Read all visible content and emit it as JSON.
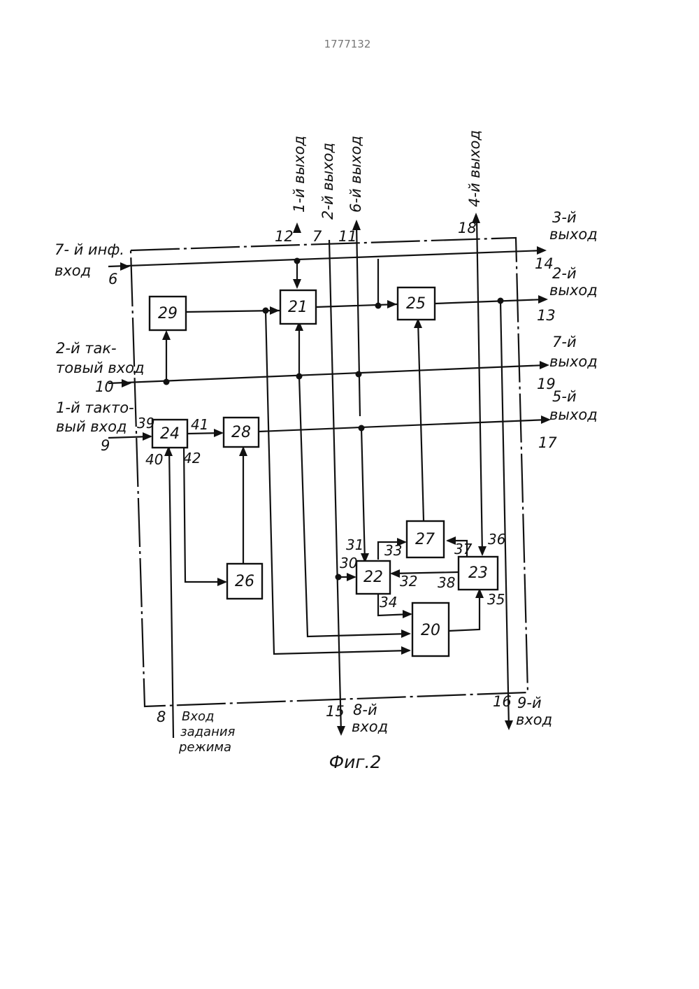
{
  "header": {
    "patent_number": "1777132"
  },
  "caption": "Фиг.2",
  "blocks": [
    "20",
    "21",
    "22",
    "23",
    "24",
    "25",
    "26",
    "27",
    "28",
    "29"
  ],
  "terminals": {
    "in7_info": {
      "line1": "7- й инф.",
      "line2": "вход",
      "num": "6"
    },
    "in2_clock": {
      "line1": "2-й так-",
      "line2": "товый вход",
      "num": "10"
    },
    "in1_clock": {
      "line1": "1-й такто-",
      "line2": "вый вход",
      "num": "9"
    },
    "in_mode": {
      "line1": "Вход",
      "line2": "задания",
      "line3": "режима",
      "num": "8"
    },
    "in8": {
      "line1": "8-й",
      "line2": "вход",
      "num": "15"
    },
    "in9": {
      "line1": "9-й",
      "line2": "вход",
      "num": "16"
    },
    "out1": {
      "label": "1-й выход",
      "num": "12"
    },
    "out2_top": {
      "label": "2-й выход",
      "num": "7"
    },
    "out6": {
      "label": "6-й выход",
      "num": "11"
    },
    "out4": {
      "label": "4-й выход",
      "num": "18"
    },
    "out3": {
      "line1": "3-й",
      "line2": "выход",
      "num": "14"
    },
    "out2": {
      "line1": "2-й",
      "line2": "выход",
      "num": "13"
    },
    "out7": {
      "line1": "7-й",
      "line2": "выход",
      "num": "19"
    },
    "out5": {
      "line1": "5-й",
      "line2": "выход",
      "num": "17"
    }
  },
  "pins": [
    "39",
    "40",
    "41",
    "42",
    "30",
    "31",
    "32",
    "33",
    "34",
    "35",
    "36",
    "37",
    "38"
  ]
}
